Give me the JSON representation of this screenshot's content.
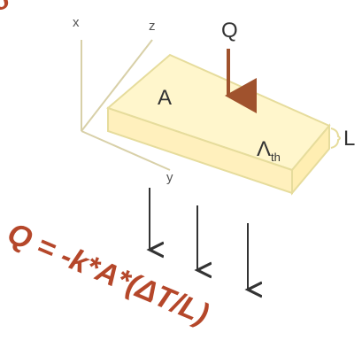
{
  "axes": {
    "x": "x",
    "y": "y",
    "z": "z"
  },
  "labels": {
    "heat_flux": "Q",
    "area": "A",
    "conductivity_main": "Λ",
    "conductivity_sub": "th",
    "thickness": "L"
  },
  "formula": "Q = -k*A*(ΔT/L)",
  "corner_fragment": "o",
  "colors": {
    "formula": "#b5472a",
    "q_arrow": "#a0522d",
    "slab_fill": "#fff3c4",
    "axis": "#d8d0a8"
  }
}
